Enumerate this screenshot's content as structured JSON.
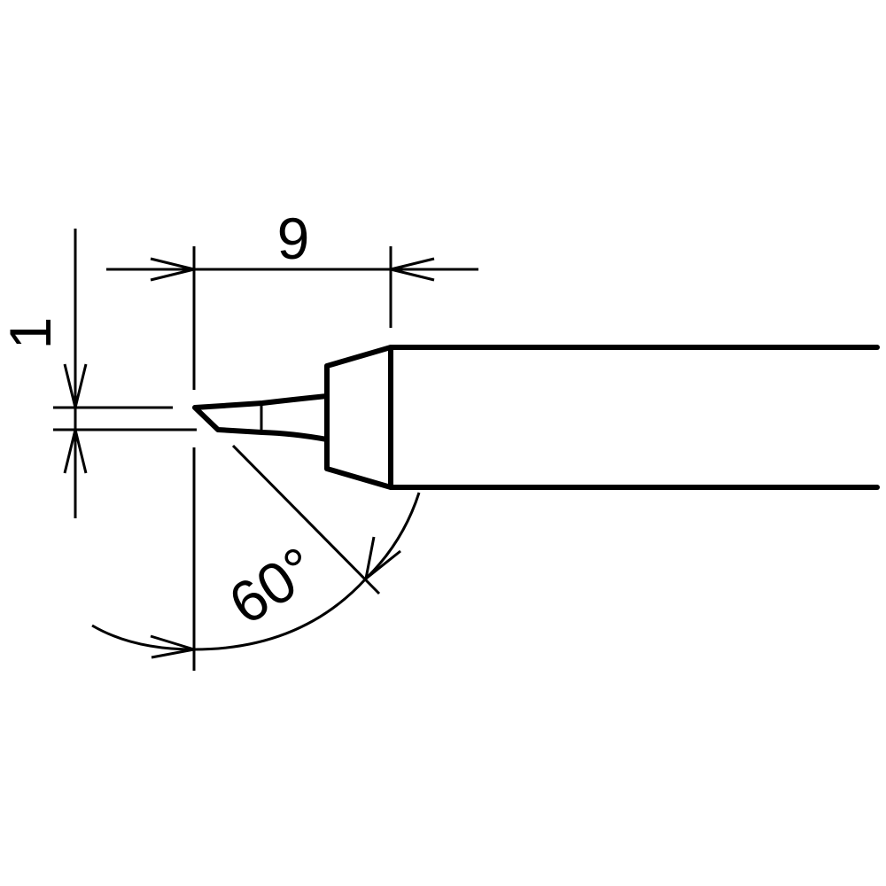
{
  "dimensions": {
    "length": "9",
    "tip_width": "1",
    "angle": "60°"
  },
  "colors": {
    "line": "#000000",
    "background": "#ffffff"
  }
}
